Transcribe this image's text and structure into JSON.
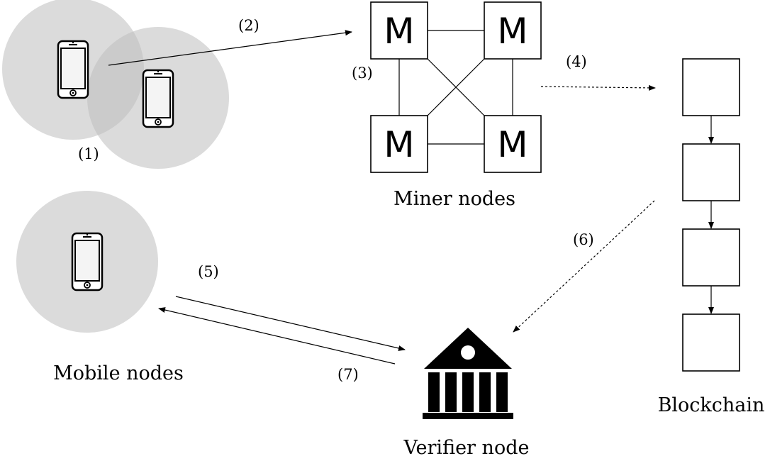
{
  "labels": {
    "step1": "(1)",
    "step2": "(2)",
    "step3": "(3)",
    "step4": "(4)",
    "step5": "(5)",
    "step6": "(6)",
    "step7": "(7)",
    "miner_nodes": "Miner nodes",
    "mobile_nodes": "Mobile nodes",
    "verifier_node": "Verifier node",
    "blockchain": "Blockchain"
  },
  "miners": [
    "M",
    "M",
    "M",
    "M"
  ],
  "colors": {
    "range_fill": "#bdbdbd",
    "stroke": "#000000",
    "background": "#ffffff"
  },
  "icons": {
    "mobile": "smartphone-icon",
    "verifier": "bank-building-icon"
  }
}
